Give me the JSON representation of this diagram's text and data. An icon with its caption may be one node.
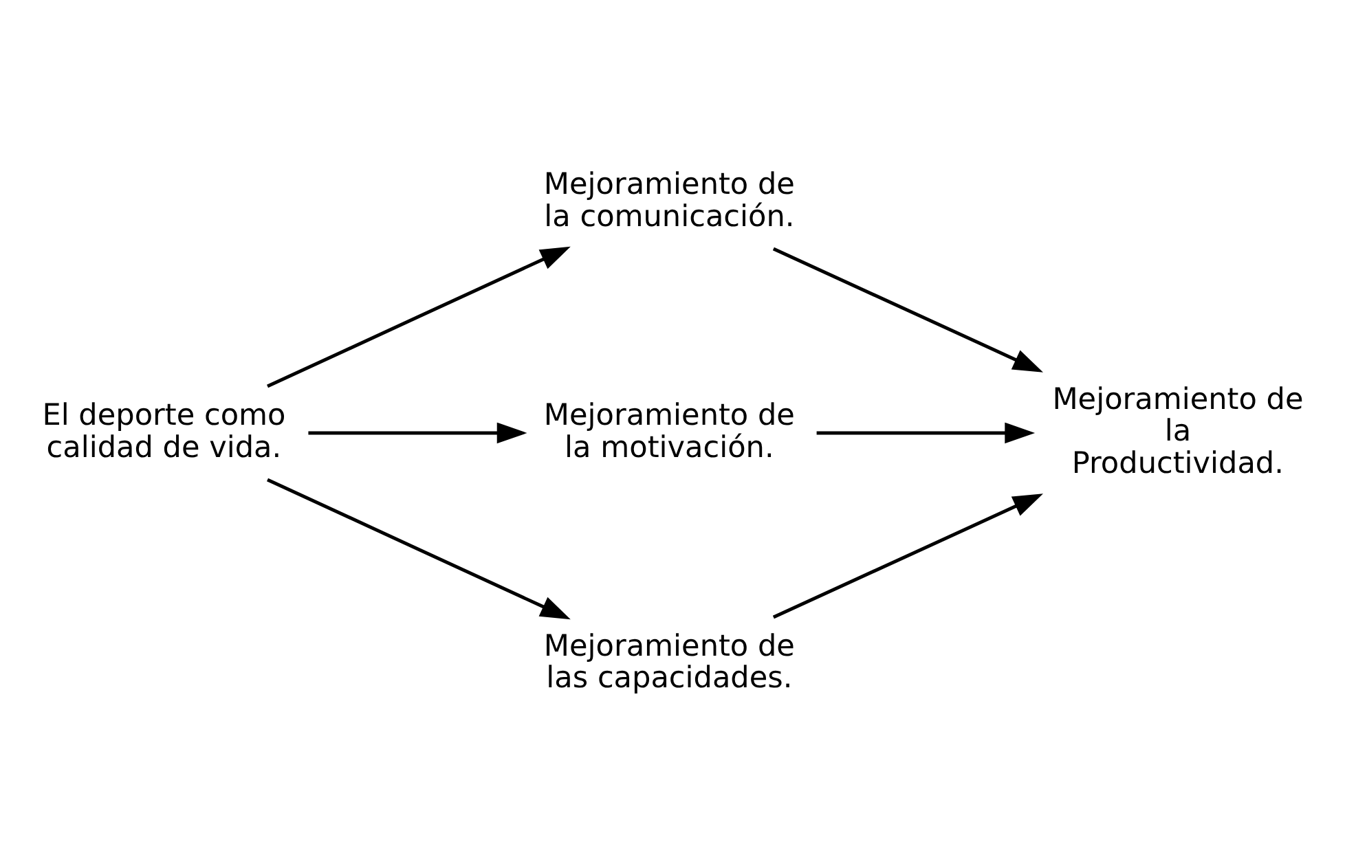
{
  "diagram": {
    "nodes": [
      {
        "text": [
          "El deporte como calidad de vida."
        ]
      },
      {
        "text": [
          "Mejoramiento de la comunicación."
        ]
      },
      {
        "text": [
          "Mejoramiento de la motivación."
        ]
      },
      {
        "text": [
          "Mejoramiento de las capacidades."
        ]
      },
      {
        "text": [
          "Mejoramiento de la Productividad."
        ]
      }
    ],
    "edges": [
      {
        "from": 0,
        "to": 1,
        "arrow": "to"
      },
      {
        "from": 0,
        "to": 2,
        "arrow": "to"
      },
      {
        "from": 0,
        "to": 3,
        "arrow": "to"
      },
      {
        "from": 1,
        "to": 4,
        "arrow": "to"
      },
      {
        "from": 2,
        "to": 4,
        "arrow": "to"
      },
      {
        "from": 3,
        "to": 4,
        "arrow": "to"
      }
    ]
  }
}
